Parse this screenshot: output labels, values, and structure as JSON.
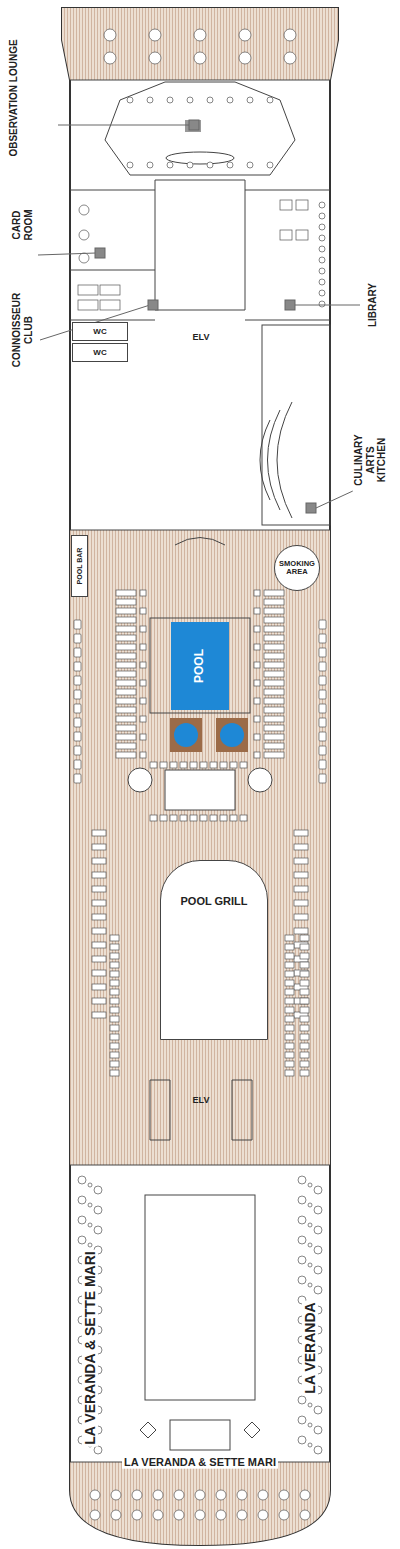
{
  "diagram": {
    "nodes": [
      {
        "text": [
          "WC"
        ]
      },
      {
        "text": [
          "WC"
        ]
      },
      {
        "text": [
          "ELV"
        ]
      },
      {
        "text": [
          "POOL BAR"
        ]
      },
      {
        "text": [
          "SMOKING AREA"
        ]
      },
      {
        "text": [
          "POOL"
        ]
      },
      {
        "text": [
          "POOL GRILL"
        ]
      },
      {
        "text": [
          "ELV"
        ]
      }
    ],
    "edges": [],
    "labels": [
      "OBSERVATION LOUNGE",
      "CARD ROOM",
      "CONNOISSEUR CLUB",
      "LIBRARY",
      "CULINARY ARTS KITCHEN",
      "LA VERANDA & SETTE MARI",
      "LA VERANDA",
      "LA VERANDA & SETTE MARI"
    ]
  }
}
